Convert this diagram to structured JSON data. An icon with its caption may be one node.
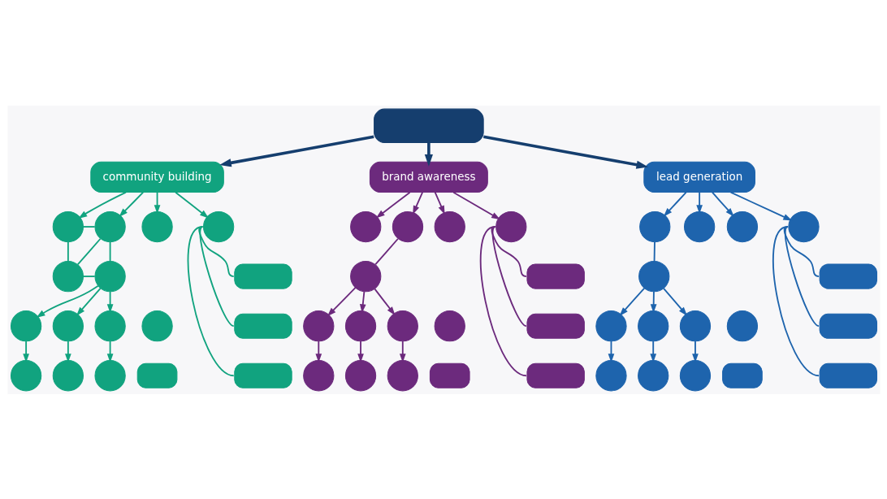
{
  "diagram": {
    "nodes": [
      {
        "text": [],
        "shape": "box"
      },
      {
        "text": [
          "community building"
        ]
      },
      {
        "text": [
          "brand awareness"
        ]
      },
      {
        "text": [
          "lead generation"
        ]
      },
      {
        "text": [],
        "shape": "circle"
      },
      {
        "text": [],
        "shape": "circle"
      },
      {
        "text": [],
        "shape": "circle"
      },
      {
        "text": [],
        "shape": "circle"
      },
      {
        "text": [],
        "shape": "circle"
      },
      {
        "text": [],
        "shape": "circle"
      },
      {
        "text": [],
        "shape": "box"
      },
      {
        "text": [],
        "shape": "circle"
      },
      {
        "text": [],
        "shape": "circle"
      },
      {
        "text": [],
        "shape": "circle"
      },
      {
        "text": [],
        "shape": "circle"
      },
      {
        "text": [],
        "shape": "box"
      },
      {
        "text": [],
        "shape": "circle"
      },
      {
        "text": [],
        "shape": "circle"
      },
      {
        "text": [],
        "shape": "circle"
      },
      {
        "text": [],
        "shape": "box"
      },
      {
        "text": [],
        "shape": "box"
      },
      {
        "text": [],
        "shape": "circle"
      },
      {
        "text": [],
        "shape": "circle"
      },
      {
        "text": [],
        "shape": "circle"
      },
      {
        "text": [],
        "shape": "circle"
      },
      {
        "text": [],
        "shape": "circle"
      },
      {
        "text": [],
        "shape": "box"
      },
      {
        "text": [],
        "shape": "circle"
      },
      {
        "text": [],
        "shape": "circle"
      },
      {
        "text": [],
        "shape": "circle"
      },
      {
        "text": [],
        "shape": "circle"
      },
      {
        "text": [],
        "shape": "box"
      },
      {
        "text": [],
        "shape": "circle"
      },
      {
        "text": [],
        "shape": "circle"
      },
      {
        "text": [],
        "shape": "circle"
      },
      {
        "text": [],
        "shape": "box"
      },
      {
        "text": [],
        "shape": "box"
      },
      {
        "text": [],
        "shape": "circle"
      },
      {
        "text": [],
        "shape": "circle"
      },
      {
        "text": [],
        "shape": "circle"
      },
      {
        "text": [],
        "shape": "circle"
      },
      {
        "text": [],
        "shape": "circle"
      },
      {
        "text": [],
        "shape": "box"
      },
      {
        "text": [],
        "shape": "circle"
      },
      {
        "text": [],
        "shape": "circle"
      },
      {
        "text": [],
        "shape": "circle"
      },
      {
        "text": [],
        "shape": "circle"
      },
      {
        "text": [],
        "shape": "box"
      },
      {
        "text": [],
        "shape": "circle"
      },
      {
        "text": [],
        "shape": "circle"
      },
      {
        "text": [],
        "shape": "circle"
      },
      {
        "text": [],
        "shape": "box"
      },
      {
        "text": [],
        "shape": "box"
      }
    ],
    "edges": [
      {
        "from": 0,
        "to": 1,
        "arrow": "to",
        "style": "thick",
        "color": "#153e6e"
      },
      {
        "from": 0,
        "to": 2,
        "arrow": "to",
        "style": "thick",
        "color": "#153e6e"
      },
      {
        "from": 0,
        "to": 3,
        "arrow": "to",
        "style": "thick",
        "color": "#153e6e"
      },
      {
        "from": 1,
        "to": 4,
        "arrow": "to"
      },
      {
        "from": 1,
        "to": 5,
        "arrow": "to"
      },
      {
        "from": 1,
        "to": 6,
        "arrow": "to"
      },
      {
        "from": 1,
        "to": 7,
        "arrow": "to"
      },
      {
        "from": 4,
        "to": 5,
        "arrow": "none"
      },
      {
        "from": 4,
        "to": 9,
        "arrow": "none"
      },
      {
        "from": 5,
        "to": 8,
        "arrow": "none"
      },
      {
        "from": 5,
        "to": 9,
        "arrow": "none"
      },
      {
        "from": 8,
        "to": 9,
        "arrow": "none"
      },
      {
        "from": 8,
        "to": 11,
        "arrow": "to"
      },
      {
        "from": 8,
        "to": 12,
        "arrow": "to"
      },
      {
        "from": 8,
        "to": 13,
        "arrow": "to"
      },
      {
        "from": 11,
        "to": 16,
        "arrow": "to"
      },
      {
        "from": 12,
        "to": 17,
        "arrow": "to"
      },
      {
        "from": 13,
        "to": 18,
        "arrow": "to"
      },
      {
        "from": 7,
        "to": 10,
        "arrow": "none"
      },
      {
        "from": 7,
        "to": 15,
        "arrow": "none"
      },
      {
        "from": 7,
        "to": 20,
        "arrow": "none"
      },
      {
        "from": 2,
        "to": 21,
        "arrow": "to",
        "color": "#6c2a7d"
      },
      {
        "from": 2,
        "to": 22,
        "arrow": "to",
        "color": "#6c2a7d"
      },
      {
        "from": 2,
        "to": 23,
        "arrow": "to",
        "color": "#6c2a7d"
      },
      {
        "from": 2,
        "to": 24,
        "arrow": "to",
        "color": "#6c2a7d"
      },
      {
        "from": 22,
        "to": 25,
        "arrow": "none",
        "color": "#6c2a7d"
      },
      {
        "from": 25,
        "to": 27,
        "arrow": "to",
        "color": "#6c2a7d"
      },
      {
        "from": 25,
        "to": 28,
        "arrow": "to",
        "color": "#6c2a7d"
      },
      {
        "from": 25,
        "to": 29,
        "arrow": "to",
        "color": "#6c2a7d"
      },
      {
        "from": 27,
        "to": 32,
        "arrow": "to",
        "color": "#6c2a7d"
      },
      {
        "from": 28,
        "to": 33,
        "arrow": "to",
        "color": "#6c2a7d"
      },
      {
        "from": 29,
        "to": 34,
        "arrow": "to",
        "color": "#6c2a7d"
      },
      {
        "from": 24,
        "to": 26,
        "arrow": "none",
        "color": "#6c2a7d"
      },
      {
        "from": 24,
        "to": 31,
        "arrow": "none",
        "color": "#6c2a7d"
      },
      {
        "from": 24,
        "to": 36,
        "arrow": "none",
        "color": "#6c2a7d"
      },
      {
        "from": 3,
        "to": 37,
        "arrow": "to",
        "color": "#1e64ad"
      },
      {
        "from": 3,
        "to": 38,
        "arrow": "to",
        "color": "#1e64ad"
      },
      {
        "from": 3,
        "to": 39,
        "arrow": "to",
        "color": "#1e64ad"
      },
      {
        "from": 3,
        "to": 40,
        "arrow": "to",
        "color": "#1e64ad"
      },
      {
        "from": 37,
        "to": 41,
        "arrow": "none",
        "color": "#1e64ad"
      },
      {
        "from": 41,
        "to": 43,
        "arrow": "to",
        "color": "#1e64ad"
      },
      {
        "from": 41,
        "to": 44,
        "arrow": "to",
        "color": "#1e64ad"
      },
      {
        "from": 41,
        "to": 45,
        "arrow": "to",
        "color": "#1e64ad"
      },
      {
        "from": 43,
        "to": 48,
        "arrow": "to",
        "color": "#1e64ad"
      },
      {
        "from": 44,
        "to": 49,
        "arrow": "to",
        "color": "#1e64ad"
      },
      {
        "from": 45,
        "to": 50,
        "arrow": "to",
        "color": "#1e64ad"
      },
      {
        "from": 40,
        "to": 42,
        "arrow": "none",
        "color": "#1e64ad"
      },
      {
        "from": 40,
        "to": 47,
        "arrow": "none",
        "color": "#1e64ad"
      },
      {
        "from": 40,
        "to": 52,
        "arrow": "none",
        "color": "#1e64ad"
      }
    ]
  }
}
